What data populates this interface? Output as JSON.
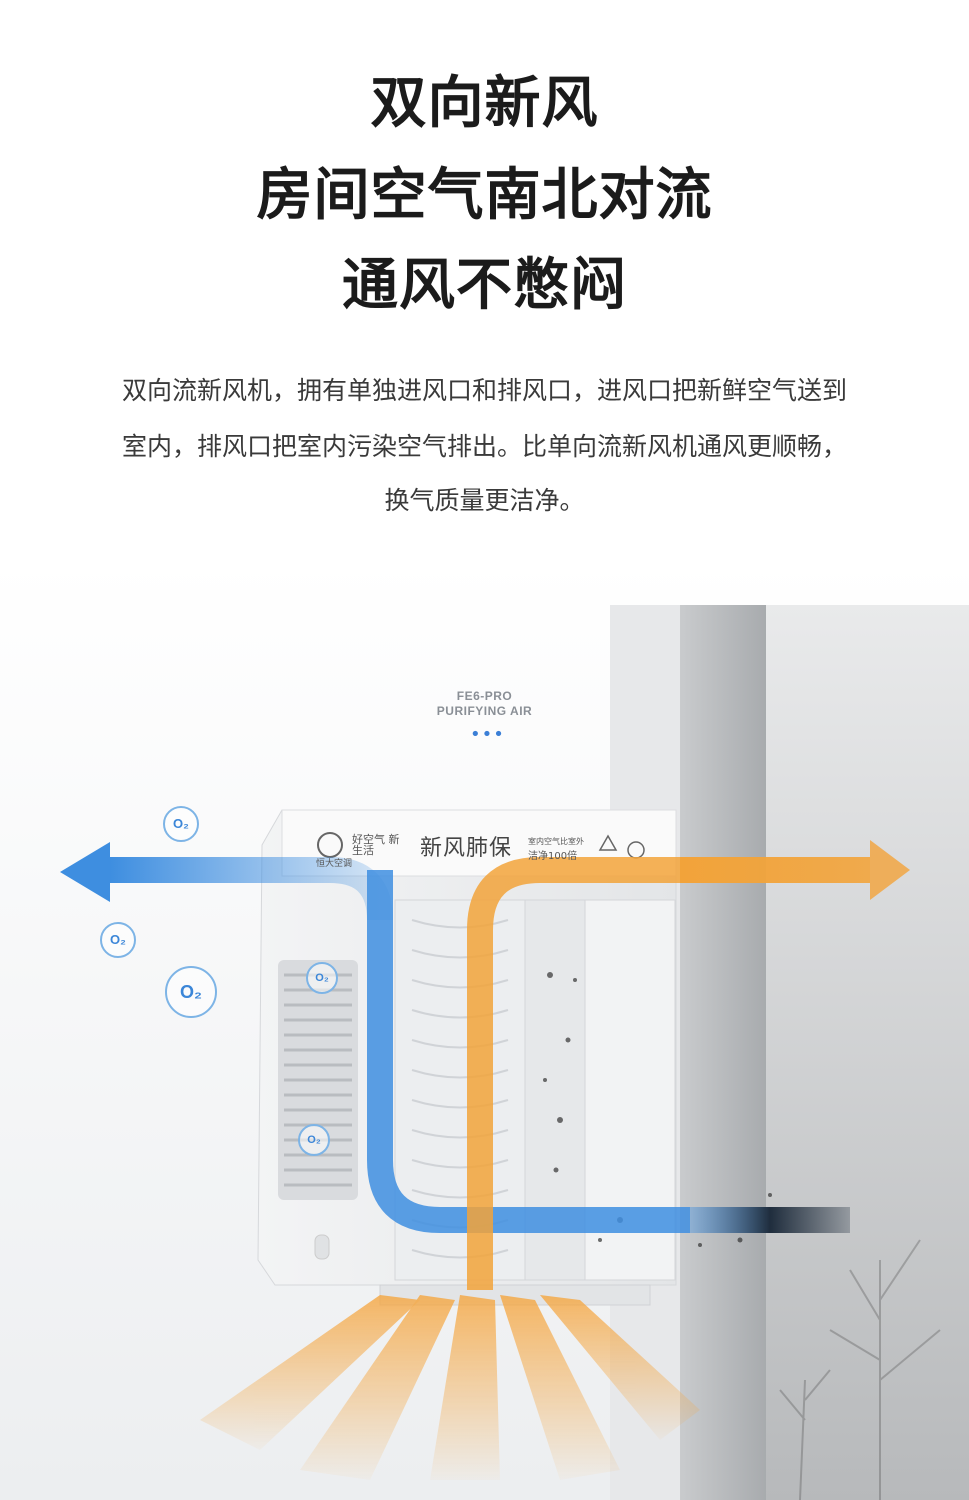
{
  "headline": {
    "line1": "双向新风",
    "line2": "房间空气南北对流",
    "line3": "通风不憋闷"
  },
  "description": {
    "line1": "双向流新风机，拥有单独进风口和排风口，进风口把新鲜空气送到",
    "line2": "室内，排风口把室内污染空气排出。比单向流新风机通风更顺畅，",
    "line3": "换气质量更洁净。"
  },
  "product": {
    "model": "FE6-PRO",
    "tagline": "PURIFYING AIR",
    "dots": "•••",
    "brand_name": "恒大空调",
    "brand_slogan": "好空气 新生活",
    "series_name": "新风肺保",
    "spec_line1": "室内空气比室外",
    "spec_line2": "洁净100倍"
  },
  "badges": {
    "o2_label": "O₂"
  },
  "colors": {
    "fresh_air": "#3e8ee0",
    "exhaust_air": "#f2a33a",
    "outdoor_dark": "#1f2d3d"
  }
}
